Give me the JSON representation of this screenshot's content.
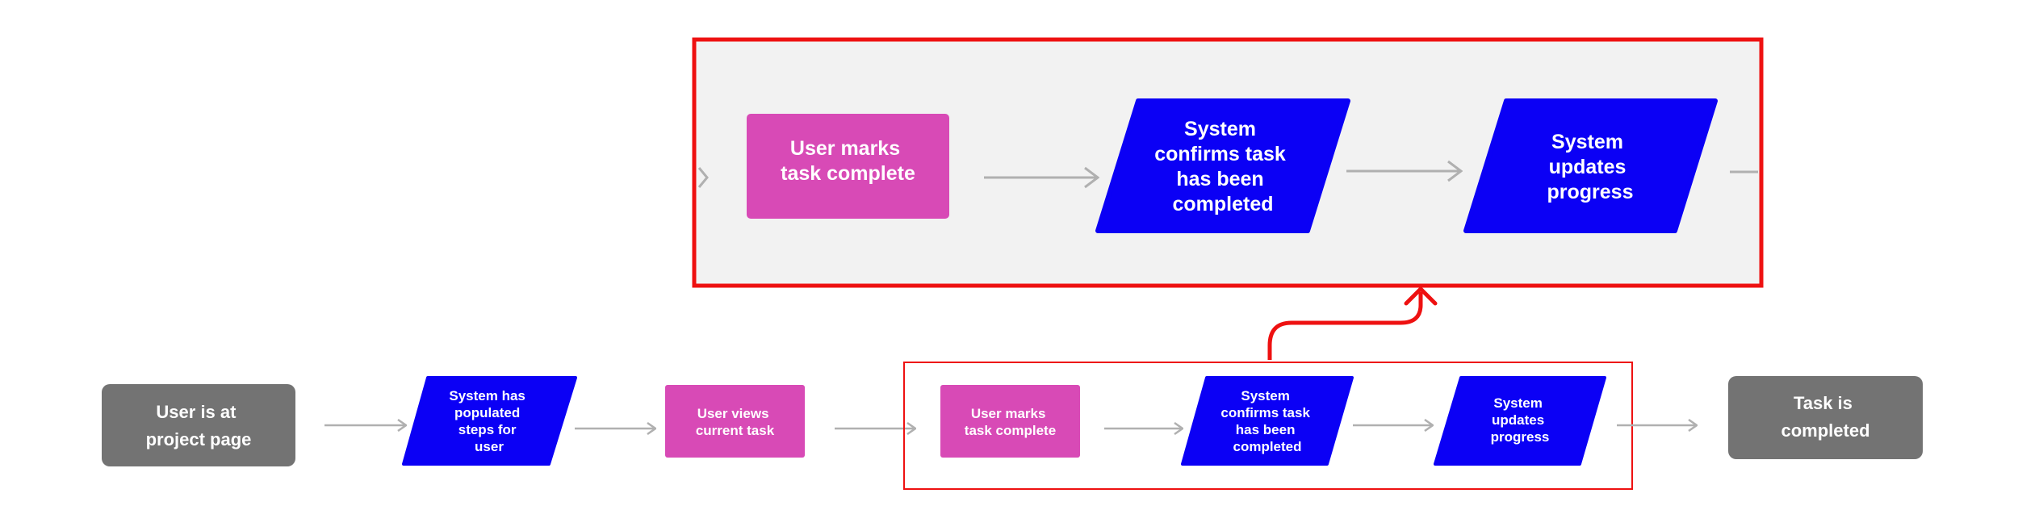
{
  "colors": {
    "terminal": "#737373",
    "action": "#d84ab6",
    "system": "#0b00f5",
    "arrow": "#b0b0b0",
    "highlight": "#ee1111",
    "zoom_bg": "#f2f2f2"
  },
  "flow": {
    "start": [
      "User is at",
      "project page"
    ],
    "step_populated": [
      "System has",
      "populated",
      "steps for",
      "user"
    ],
    "step_views": [
      "User views",
      "current task"
    ],
    "step_marks": [
      "User marks",
      "task complete"
    ],
    "step_confirms": [
      "System",
      "confirms task",
      "has been",
      "completed"
    ],
    "step_updates": [
      "System",
      "updates",
      "progress"
    ],
    "end": [
      "Task is",
      "completed"
    ]
  },
  "zoom": {
    "step_marks": [
      "User marks",
      "task complete"
    ],
    "step_confirms": [
      "System",
      "confirms task",
      "has been",
      "completed"
    ],
    "step_updates": [
      "System",
      "updates",
      "progress"
    ]
  }
}
